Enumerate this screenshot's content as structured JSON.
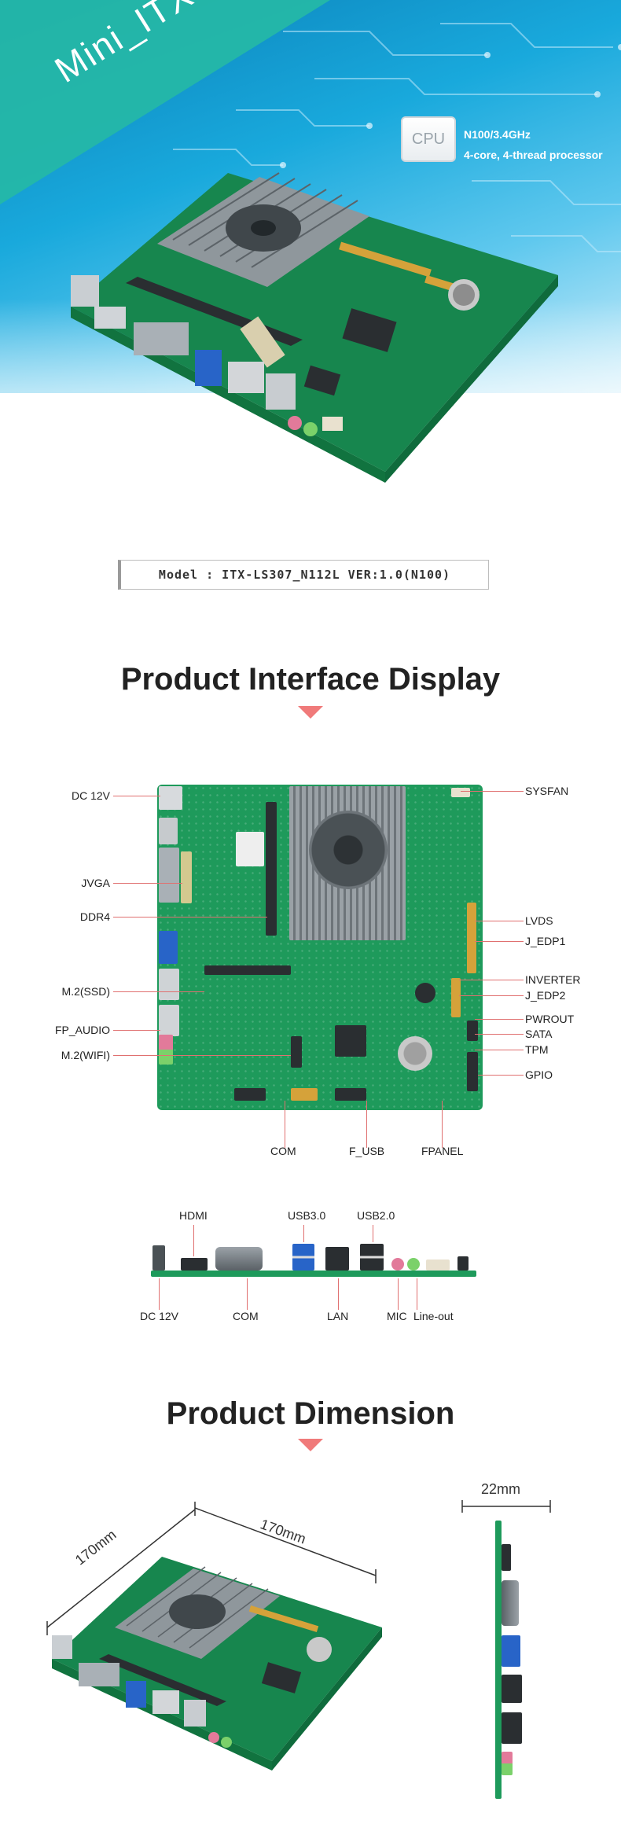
{
  "hero": {
    "form_factor": "Mini_ITX",
    "cpu_chip_label": "CPU",
    "cpu_model": "N100/3.4GHz",
    "cpu_cores": "4-core, 4-thread processor"
  },
  "model": {
    "text": "Model : ITX-LS307_N112L VER:1.0(N100)"
  },
  "interface_section": {
    "title": "Product Interface Display",
    "left_labels": [
      "DC 12V",
      "JVGA",
      "DDR4",
      "M.2(SSD)",
      "FP_AUDIO",
      "M.2(WIFI)"
    ],
    "right_labels": [
      "SYSFAN",
      "LVDS",
      "J_EDP1",
      "INVERTER",
      "J_EDP2",
      "PWROUT",
      "SATA",
      "TPM",
      "GPIO"
    ],
    "bottom_labels": [
      "COM",
      "F_USB",
      "FPANEL"
    ]
  },
  "io_panel": {
    "top_labels": [
      "HDMI",
      "USB3.0",
      "USB2.0"
    ],
    "bottom_labels": [
      "DC 12V",
      "COM",
      "LAN",
      "MIC",
      "Line-out"
    ]
  },
  "dimension_section": {
    "title": "Product Dimension",
    "width": "170mm",
    "depth": "170mm",
    "thickness": "22mm"
  },
  "colors": {
    "pcb_green": "#1e9a5b",
    "heatsink": "#8d9499",
    "leader_red": "#e07070",
    "marker_pink": "#f07a7a",
    "hero_blue": "#19a9dc",
    "hero_teal": "#25b8a6"
  }
}
